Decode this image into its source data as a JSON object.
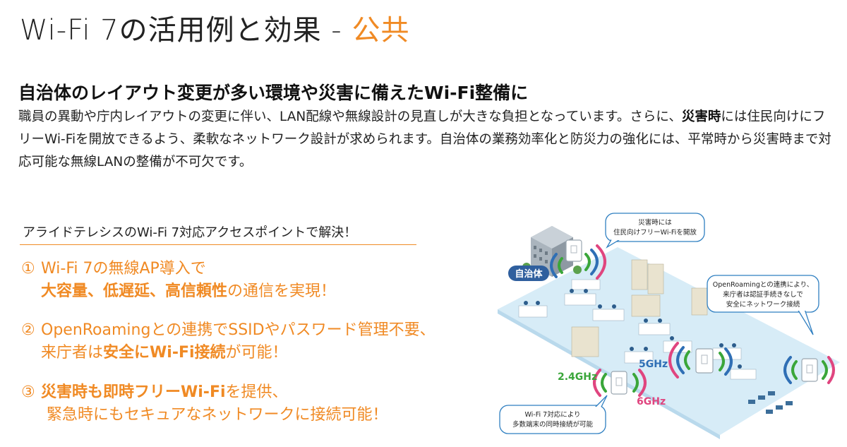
{
  "title": {
    "main": "Wi-Fi 7の活用例と効果 - ",
    "accent": "公共"
  },
  "heading": "自治体のレイアウト変更が多い環境や災害に備えたWi-Fi整備に",
  "intro": {
    "before_bold": "職員の異動や庁内レイアウトの変更に伴い、LAN配線や無線設計の見直しが大きな負担となっています。さらに、",
    "bold": "災害時",
    "after_bold": "には住民向けにフリーWi-Fiを開放できるよう、柔軟なネットワーク設計が求められます。自治体の業務効率化と防災力の強化には、平常時から災害時まで対応可能な無線LANの整備が不可欠です。"
  },
  "solution_label": "アライドテレシスのWi-Fi 7対応アクセスポイントで解決！",
  "points": [
    {
      "num": "①",
      "line1": "Wi-Fi 7の無線AP導入で",
      "l2_bold": "大容量、低遅延、高信頼性",
      "l2_rest": "の通信を実現！"
    },
    {
      "num": "②",
      "line1": "OpenRoamingとの連携でSSIDやパスワード管理不要、",
      "l2_pre": "来庁者は",
      "l2_bold": "安全にWi-Fi接続",
      "l2_rest": "が可能！"
    },
    {
      "num": "③",
      "l1_bold": "災害時も即時フリーWi-Fi",
      "l1_rest": "を提供、",
      "line2": "緊急時にもセキュアなネットワークに接続可能！"
    }
  ],
  "illustration": {
    "building_label": "自治体",
    "callout_top": [
      "災害時には",
      "住民向けフリーWi-Fiを開放"
    ],
    "callout_right": [
      "OpenRoamingとの連携により、",
      "来庁者は認証手続きなしで",
      "安全にネットワーク接続"
    ],
    "callout_bottom": [
      "Wi-Fi 7対応により",
      "多数端末の同時接続が可能"
    ],
    "band_24": "2.4GHz",
    "band_5": "5GHz",
    "band_6": "6GHz",
    "colors": {
      "accent": "#f08a24",
      "band_24": "#3aa63a",
      "band_5": "#2f6fb5",
      "band_6": "#e0457f",
      "floor": "#d7ecf7",
      "callout_border": "#2f7fc1"
    }
  }
}
